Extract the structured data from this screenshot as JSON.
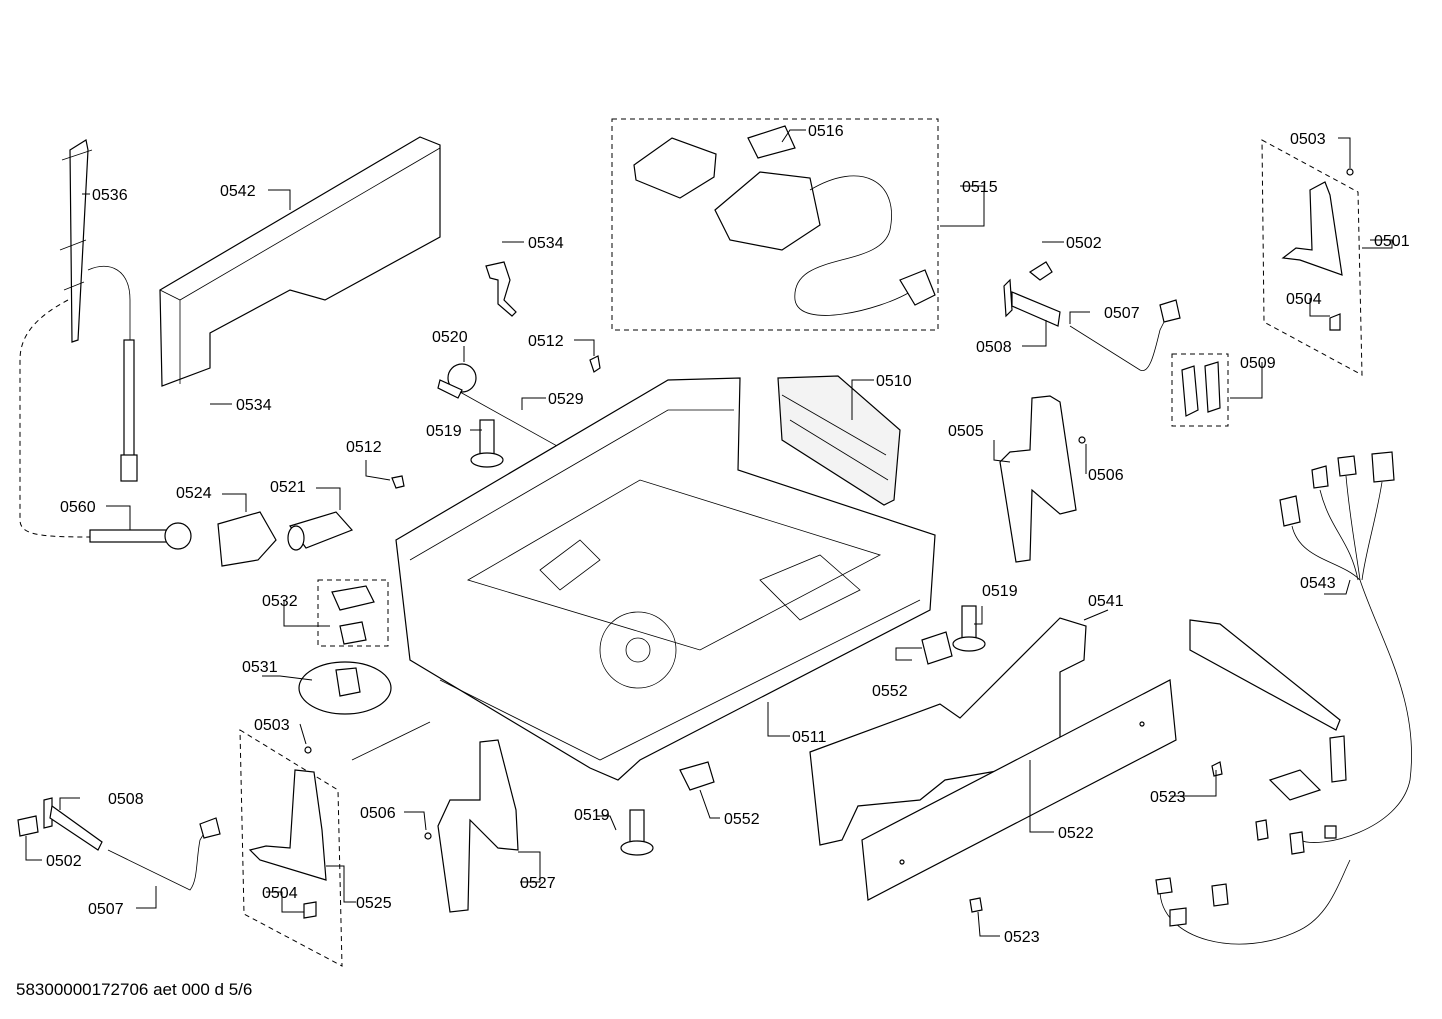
{
  "document_id": "58300000172706 aet 000 d 5/6",
  "callouts": {
    "c0536": "0536",
    "c0542": "0542",
    "c0516": "0516",
    "c0515": "0515",
    "c0503a": "0503",
    "c0501": "0501",
    "c0534a": "0534",
    "c0502a": "0502",
    "c0507a": "0507",
    "c0508a": "0508",
    "c0504a": "0504",
    "c0509": "0509",
    "c0520": "0520",
    "c0512a": "0512",
    "c0529": "0529",
    "c0510": "0510",
    "c0534b": "0534",
    "c0519a": "0519",
    "c0512b": "0512",
    "c0505": "0505",
    "c0506a": "0506",
    "c0560": "0560",
    "c0524": "0524",
    "c0521": "0521",
    "c0543": "0543",
    "c0532": "0532",
    "c0519b": "0519",
    "c0541": "0541",
    "c0531": "0531",
    "c0552a": "0552",
    "c0503b": "0503",
    "c0511": "0511",
    "c0508b": "0508",
    "c0506b": "0506",
    "c0552b": "0552",
    "c0523a": "0523",
    "c0519c": "0519",
    "c0522": "0522",
    "c0502b": "0502",
    "c0527": "0527",
    "c0525": "0525",
    "c0507b": "0507",
    "c0504b": "0504",
    "c0523b": "0523"
  }
}
